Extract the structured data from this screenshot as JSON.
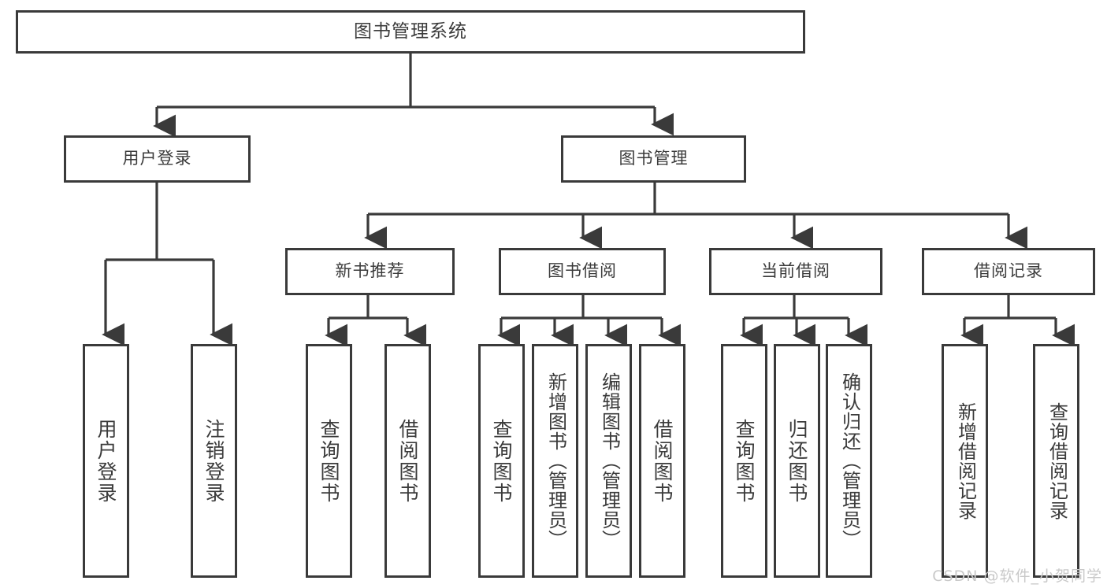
{
  "diagram": {
    "title": "图书管理系统",
    "type": "tree-hierarchy-chart",
    "root": {
      "label": "图书管理系统"
    },
    "level2": [
      {
        "label": "用户登录"
      },
      {
        "label": "图书管理"
      }
    ],
    "level3": [
      {
        "label": "新书推荐"
      },
      {
        "label": "图书借阅"
      },
      {
        "label": "当前借阅"
      },
      {
        "label": "借阅记录"
      }
    ],
    "leaves": {
      "user_login": [
        {
          "label": "用户登录"
        },
        {
          "label": "注销登录"
        }
      ],
      "new_book": [
        {
          "label": "查询图书"
        },
        {
          "label": "借阅图书"
        }
      ],
      "book_borrow": [
        {
          "label": "查询图书"
        },
        {
          "label": "新增图书（管理员）"
        },
        {
          "label": "编辑图书（管理员）"
        },
        {
          "label": "借阅图书"
        }
      ],
      "current_borrow": [
        {
          "label": "查询图书"
        },
        {
          "label": "归还图书"
        },
        {
          "label": "确认归还（管理员）"
        }
      ],
      "borrow_record": [
        {
          "label": "新增借阅记录"
        },
        {
          "label": "查询借阅记录"
        }
      ]
    }
  },
  "watermark": {
    "text": "CSDN @软件_小贺同学"
  },
  "colors": {
    "border": "#3a3a3a",
    "text": "#3b3b3b",
    "background": "#ffffff",
    "watermark": "#c9c9c9"
  }
}
